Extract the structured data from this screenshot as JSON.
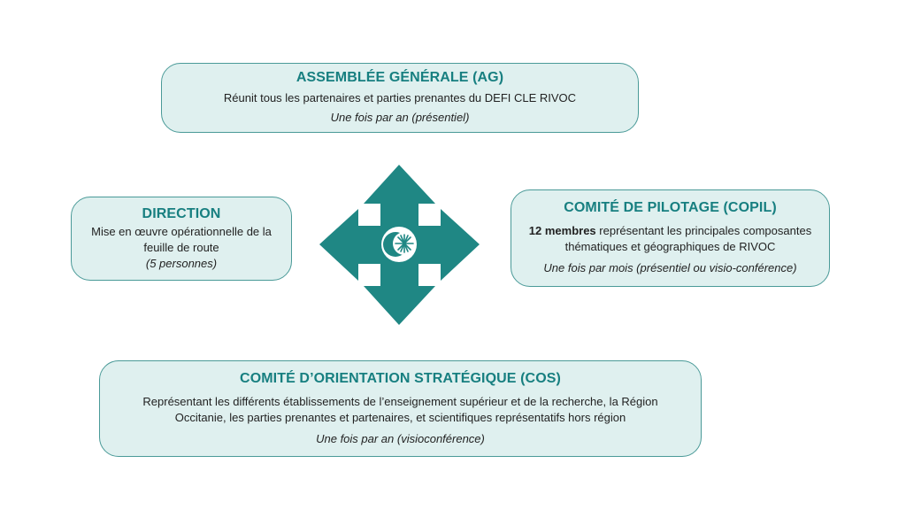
{
  "assemblee": {
    "title": "ASSEMBLÉE GÉNÉRALE (AG)",
    "description": "Réunit tous les partenaires et parties prenantes du DEFI CLE RIVOC",
    "frequency": "Une fois par an (présentiel)"
  },
  "direction": {
    "title": "DIRECTION",
    "description_line1": "Mise en œuvre opérationnelle de la",
    "description_line2": "feuille de route",
    "frequency": "(5 personnes)"
  },
  "copil": {
    "title": "COMITÉ DE PILOTAGE (COPIL)",
    "members_bold": "12 membres",
    "description_rest": " représentant les principales composantes",
    "description_line2": "thématiques et géographiques de RIVOC",
    "frequency": "Une fois par mois (présentiel ou visio-conférence)"
  },
  "cos": {
    "title": "COMITÉ D’ORIENTATION STRATÉGIQUE (COS)",
    "description_line1": "Représentant les différents établissements de l’enseignement supérieur et de la recherche, la Région",
    "description_line2": "Occitanie, les parties prenantes et partenaires, et scientifiques représentatifs hors région",
    "frequency": "Une fois par an (visioconférence)"
  },
  "hub": {
    "icon": "four-way-arrow-icon",
    "logo": "rivoc-logo-icon",
    "color": "#1f8784"
  }
}
